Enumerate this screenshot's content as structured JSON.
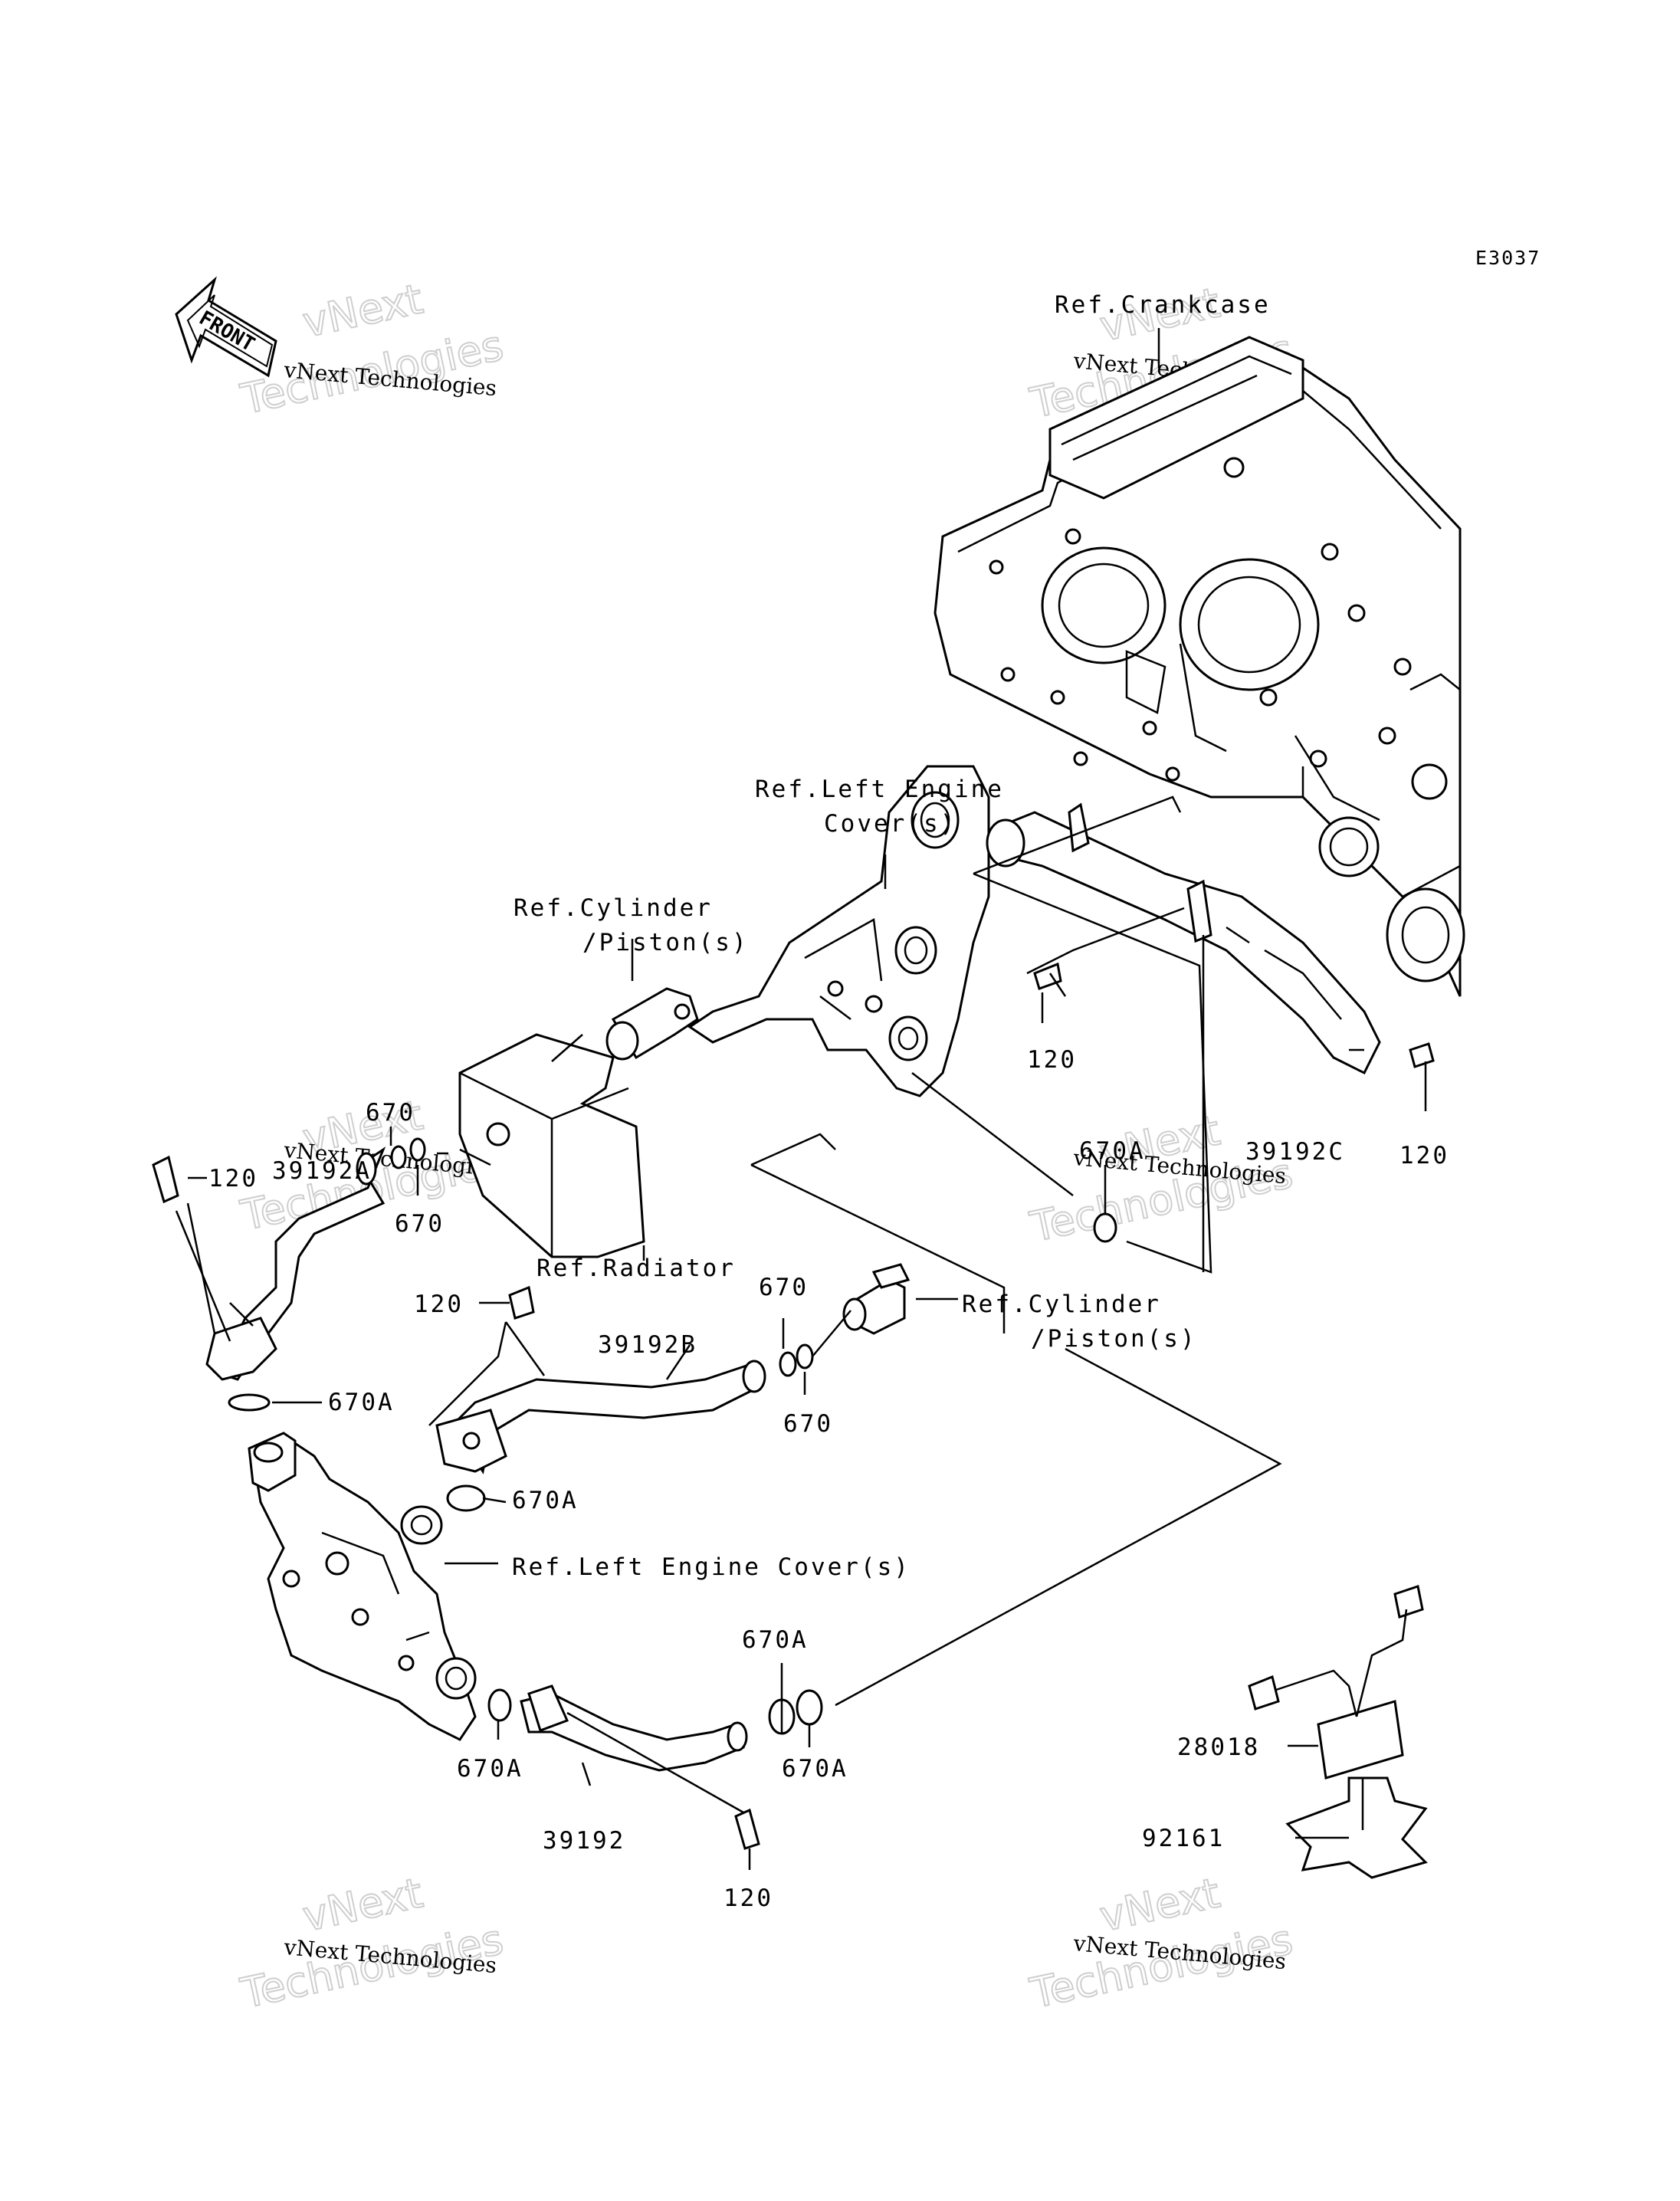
{
  "diagram": {
    "code": "E3037",
    "front_label": "FRONT",
    "labels": {
      "ref_crankcase": "Ref.Crankcase",
      "ref_left_engine_cover_1": "Ref.Left Engine",
      "ref_left_engine_cover_2": "Cover(s)",
      "ref_cylinder_piston_a1": "Ref.Cylinder",
      "ref_cylinder_piston_a2": "/Piston(s)",
      "ref_cylinder_piston_b1": "Ref.Cylinder",
      "ref_cylinder_piston_b2": "/Piston(s)",
      "ref_radiator": "Ref.Radiator",
      "ref_left_engine_cover_b": "Ref.Left Engine Cover(s)"
    },
    "parts": {
      "p120_a": "120",
      "p120_b": "120",
      "p120_c": "120",
      "p120_d": "120",
      "p120_e": "120",
      "p39192": "39192",
      "p39192A": "39192A",
      "p39192B": "39192B",
      "p39192C": "39192C",
      "p670_a": "670",
      "p670_b": "670",
      "p670_c": "670",
      "p670_d": "670",
      "p670A_a": "670A",
      "p670A_b": "670A",
      "p670A_c": "670A",
      "p670A_d": "670A",
      "p670A_e": "670A",
      "p670A_f": "670A",
      "p28018": "28018",
      "p92161": "92161"
    },
    "watermarks": {
      "line1": "vNext Technologies",
      "line2": "vNext",
      "line3": "Technologies"
    }
  }
}
